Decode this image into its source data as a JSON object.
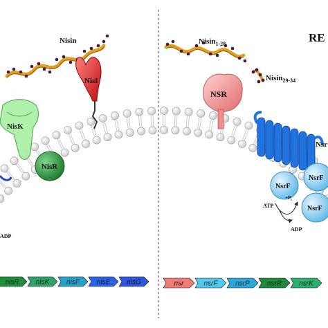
{
  "labels": {
    "nisin": "Nisin",
    "nisin_1_28": "Nisin",
    "nisin_1_28_sub": "1-28",
    "nisin_29_34": "Nisin",
    "nisin_29_34_sub": "29-34",
    "section_title_partial": "RE",
    "nisi": "NisI",
    "nisk": "NisK",
    "nisr": "NisR",
    "nsr": "NSR",
    "nsr_partial": "Nsr",
    "nsrf_1": "NsrF",
    "nsrf_2": "NsrF",
    "nsrf_3": "NsrF",
    "atp": "ATP",
    "adp_right": "ADP",
    "adp_left": "ADP",
    "pi": "+P",
    "pi_sub": "i"
  },
  "genes_left": [
    {
      "label": "nisR",
      "color": "#1e8f3a",
      "text_color": "#0b2a12"
    },
    {
      "label": "nisK",
      "color": "#2ea36a",
      "text_color": "#0b2a12"
    },
    {
      "label": "nisF",
      "color": "#2aa0c8",
      "text_color": "#0b2a3a"
    },
    {
      "label": "nisE",
      "color": "#2d64e0",
      "text_color": "#0a1440"
    },
    {
      "label": "nisG",
      "color": "#2f56d8",
      "text_color": "#0a1440"
    }
  ],
  "genes_right": [
    {
      "label": "nsr",
      "color": "#f07c78",
      "text_color": "#3a0b0b"
    },
    {
      "label": "nsrF",
      "color": "#52c8ec",
      "text_color": "#0b2a3a"
    },
    {
      "label": "nsrP",
      "color": "#2aa8d8",
      "text_color": "#0b2a3a"
    },
    {
      "label": "nsrR",
      "color": "#1f8a3e",
      "text_color": "#0b2a12"
    },
    {
      "label": "nsrK",
      "color": "#2cb070",
      "text_color": "#0b2a12"
    }
  ],
  "colors": {
    "divider": "#666666",
    "membrane_bead": "#f2f2f2",
    "nisi": "#e02a2a",
    "nisk": "#8fe08a",
    "nisr": "#2c9a3c",
    "nsr": "#f08c8c",
    "nsrp": "#1f74e0",
    "nsrf": "#9fd8f6",
    "peptide": "#e0a020",
    "peptide_bead": "#4a1a3a"
  }
}
